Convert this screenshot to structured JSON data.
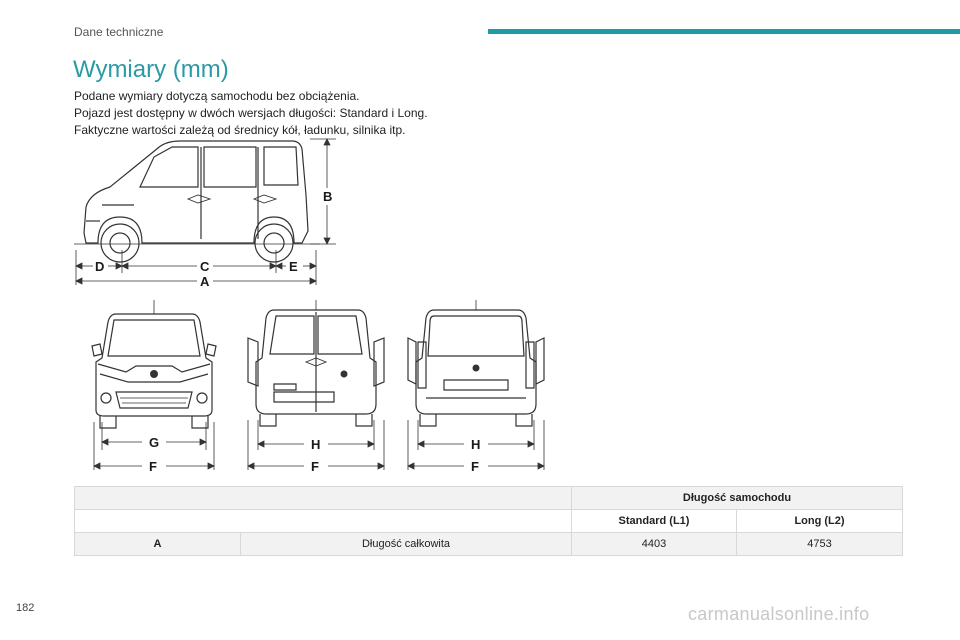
{
  "header": {
    "section": "Dane techniczne"
  },
  "page": {
    "title": "Wymiary (mm)",
    "intro": [
      "Podane wymiary dotyczą samochodu bez obciążenia.",
      "Pojazd jest dostępny w dwóch wersjach długości: Standard i Long.",
      "Faktyczne wartości zależą od średnicy kół, ładunku, silnika itp."
    ],
    "number": "182"
  },
  "diagram": {
    "side_labels": {
      "B": "B",
      "D": "D",
      "C": "C",
      "E": "E",
      "A": "A"
    },
    "front_labels": {
      "G": "G",
      "F": "F"
    },
    "rear_open_labels": {
      "H": "H",
      "F": "F"
    },
    "rear_labels": {
      "H": "H",
      "F": "F"
    }
  },
  "table": {
    "group_header": "Długość samochodu",
    "col_l1": "Standard (L1)",
    "col_l2": "Long (L2)",
    "rows": [
      {
        "code": "A",
        "label": "Długość całkowita",
        "l1": "4403",
        "l2": "4753"
      }
    ]
  },
  "footer": {
    "watermark": "carmanualsonline.info"
  }
}
